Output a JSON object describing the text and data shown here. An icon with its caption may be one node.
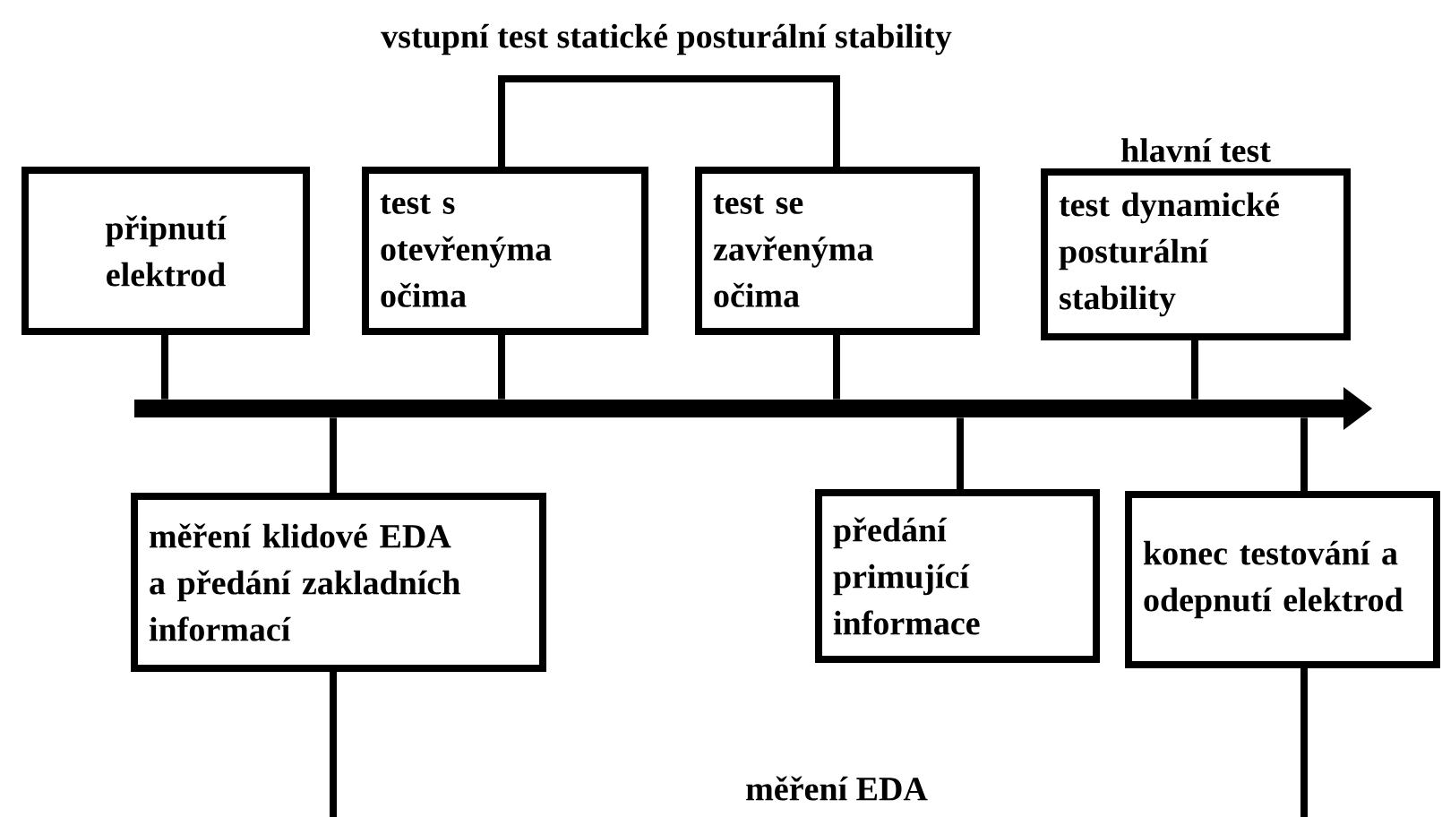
{
  "diagram": {
    "nodes": [
      {
        "text": [
          "připnutí elektrod"
        ]
      },
      {
        "text": [
          "test s otevřenýma očima"
        ]
      },
      {
        "text": [
          "test se zavřenýma očima"
        ]
      },
      {
        "text": [
          "test dynamické posturální stability"
        ],
        "beside": [
          "hlavní test"
        ]
      },
      {
        "text": [],
        "shape": "bar"
      },
      {
        "text": [
          "měření klidové EDA a předání zakladních informací"
        ]
      },
      {
        "text": [
          "předání primující informace"
        ]
      },
      {
        "text": [
          "konec testování a odepnutí elektrod"
        ]
      }
    ],
    "edges": [
      {
        "from": 0,
        "to": 4,
        "arrow": "none"
      },
      {
        "from": 1,
        "to": 4,
        "arrow": "none"
      },
      {
        "from": 2,
        "to": 4,
        "arrow": "none"
      },
      {
        "from": 3,
        "to": 4,
        "arrow": "none"
      },
      {
        "from": 5,
        "to": 4,
        "arrow": "none"
      },
      {
        "from": 6,
        "to": 4,
        "arrow": "none"
      },
      {
        "from": 7,
        "to": 4,
        "arrow": "none"
      }
    ],
    "labels": [
      "vstupní test statické posturální stability",
      "měření EDA"
    ]
  }
}
